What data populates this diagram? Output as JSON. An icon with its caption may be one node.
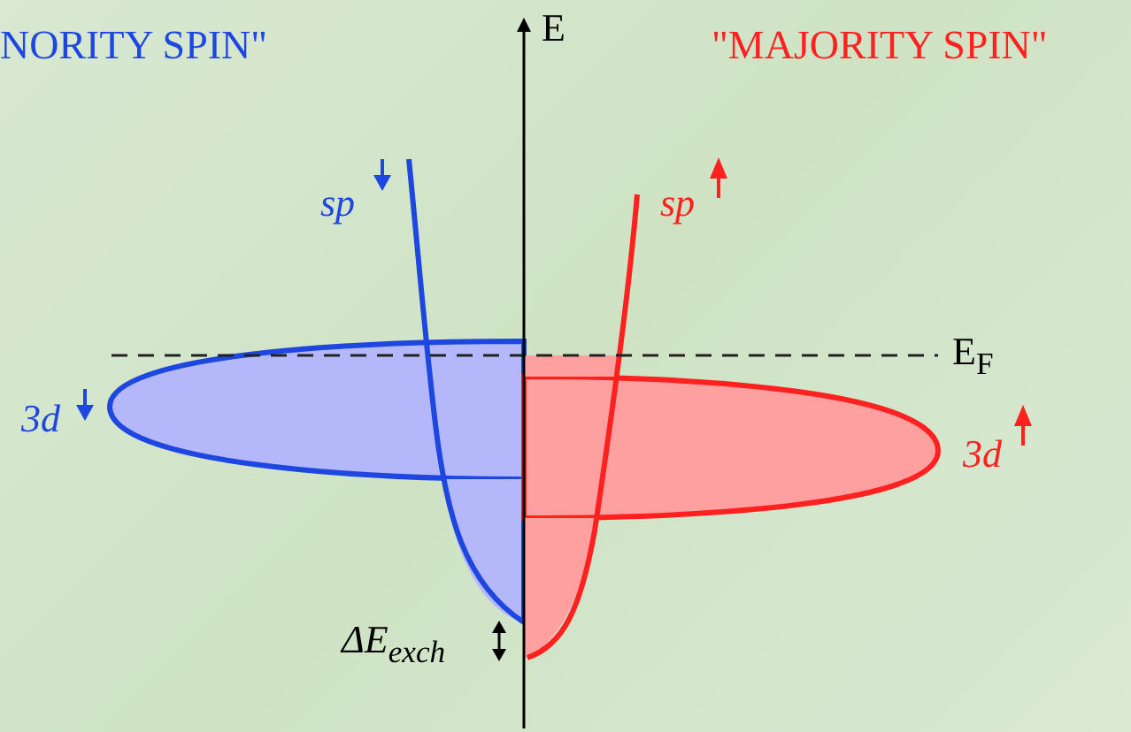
{
  "diagram": {
    "labels": [
      "NORITY SPIN\"",
      "E",
      "\"MAJORITY SPIN\"",
      "sp",
      "sp",
      "E$_{F}$",
      "3d",
      "3d",
      "ΔE$_{exch}$"
    ]
  }
}
